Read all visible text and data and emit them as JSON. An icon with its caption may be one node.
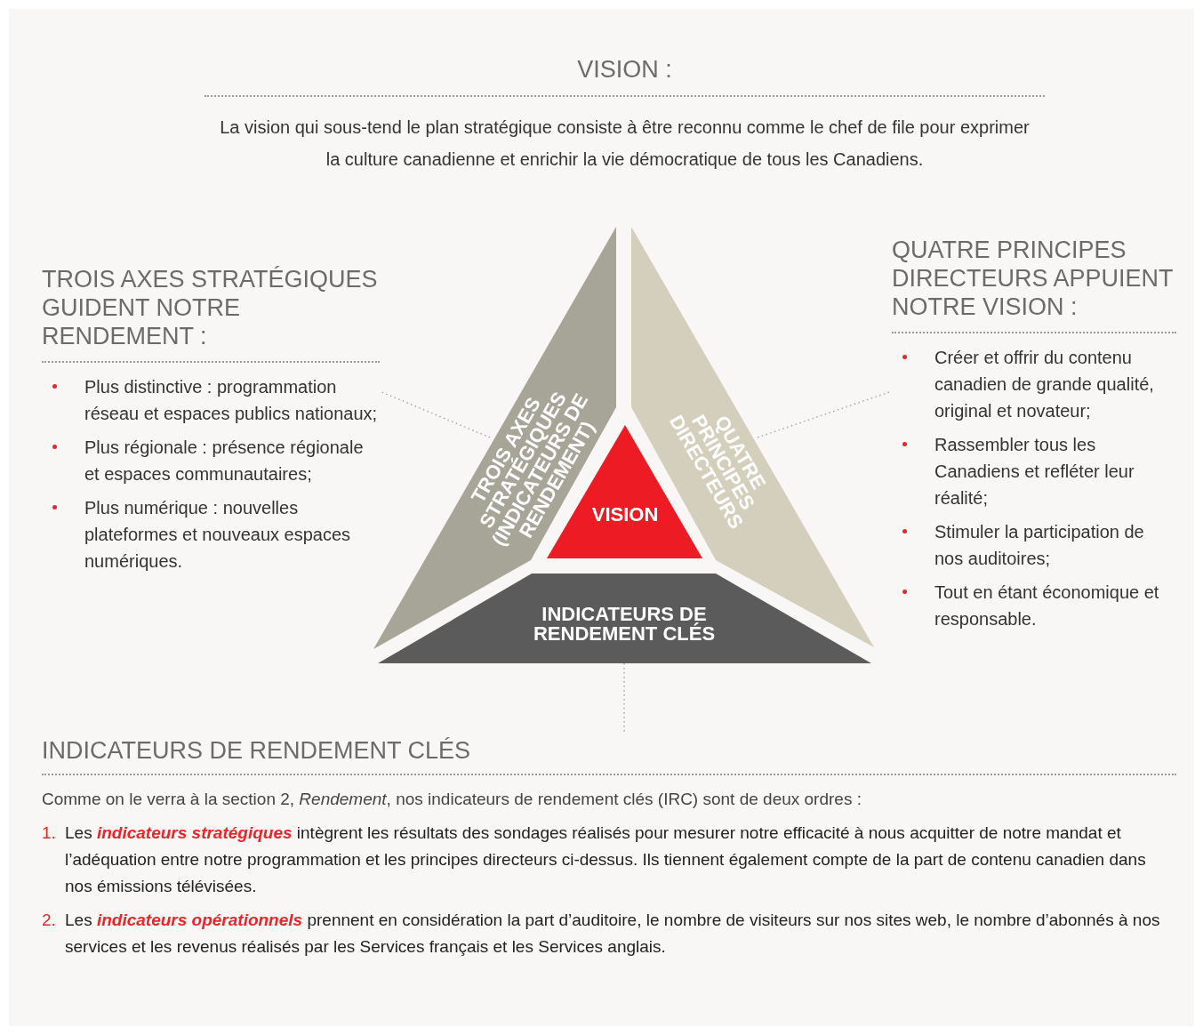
{
  "diagram": {
    "title": "VISION :",
    "nodes": [
      {
        "text": [
          "TROIS AXES STRATÉGIQUES (INDICATEURS DE RENDEMENT)"
        ]
      },
      {
        "text": [
          "QUATRE PRINCIPES DIRECTEURS"
        ]
      },
      {
        "text": [
          "VISION"
        ]
      },
      {
        "text": [
          "INDICATEURS DE RENDEMENT CLÉS"
        ]
      },
      {
        "text": [
          "TROIS AXES STRATÉGIQUES GUIDENT NOTRE RENDEMENT :",
          "Plus distinctive : programmation réseau et espaces publics nationaux;",
          "Plus régionale : présence régionale et espaces communautaires;",
          "Plus numérique : nouvelles plateformes et nouveaux espaces numériques."
        ]
      },
      {
        "text": [
          "QUATRE PRINCIPES DIRECTEURS  APPUIENT NOTRE VISION :",
          "Créer et offrir du contenu canadien de grande qualité, original et novateur;",
          "Rassembler tous les Canadiens et refléter leur réalité;",
          "Stimuler la participation de nos auditoires;",
          "Tout en étant économique et responsable."
        ]
      },
      {
        "text": [
          "INDICATEURS DE RENDEMENT CLÉS",
          "Comme on le verra à la section 2, *Rendement*, nos indicateurs de rendement clés (IRC) sont de deux ordres :",
          "1.",
          "Les **indicateurs stratégiques** intègrent les résultats des sondages réalisés pour mesurer notre efficacité à nous acquitter de notre mandat et l’adéquation entre notre programmation et les principes directeurs ci-dessus. Ils tiennent également compte de la part de contenu canadien dans nos émissions télévisées.",
          "2.",
          "Les **indicateurs opérationnels** prennent en considération la part d’auditoire, le nombre de visiteurs sur nos sites web, le nombre d’abonnés à nos services et les revenus réalisés par les Services français et les Services anglais."
        ]
      }
    ],
    "edges": [
      {
        "from": 0,
        "to": 4,
        "arrow": "none",
        "style": "dashed"
      },
      {
        "from": 1,
        "to": 5,
        "arrow": "none",
        "style": "dashed"
      },
      {
        "from": 3,
        "to": 6,
        "arrow": "none",
        "style": "dashed"
      }
    ],
    "labels": [
      "La vision qui sous-tend le plan stratégique consiste à être reconnu comme le chef de file pour exprimer la culture canadienne et enrichir la vie démocratique de tous les Canadiens."
    ]
  }
}
